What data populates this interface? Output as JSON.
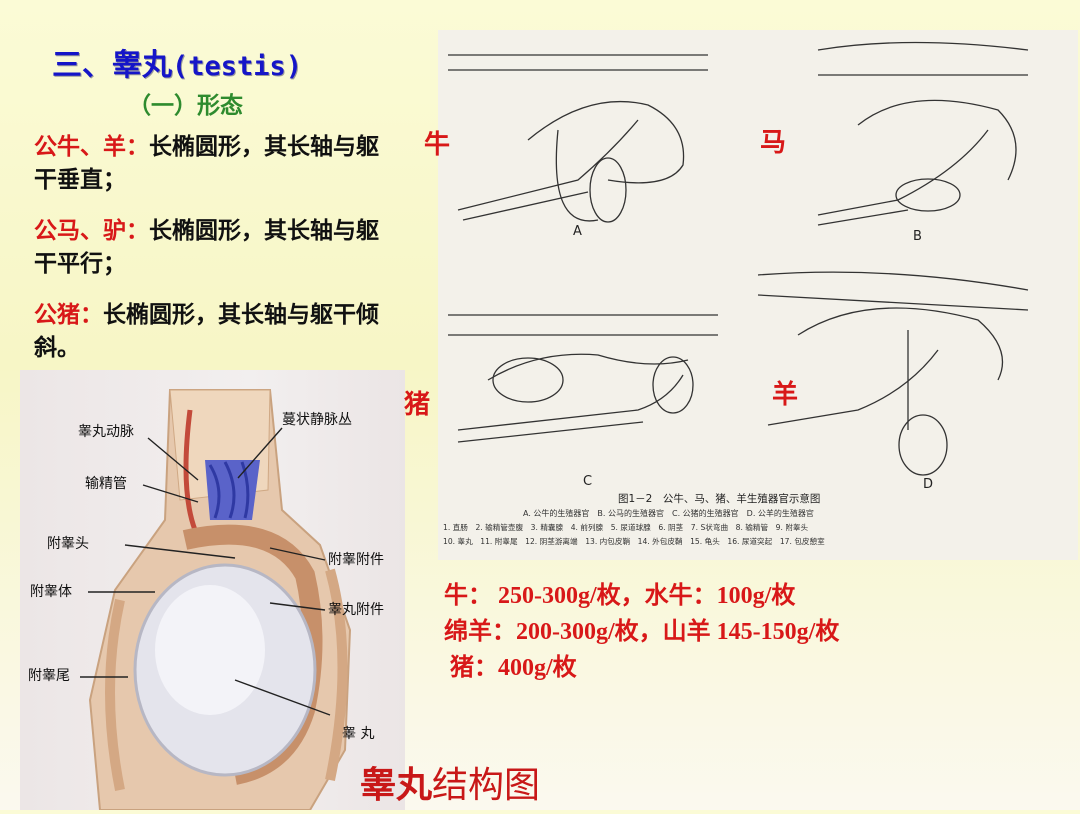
{
  "title": {
    "prefix": "三、睾丸",
    "latin": "(testis)"
  },
  "subtitle": "（一）形态",
  "paragraphs": [
    {
      "label": "公牛、羊：",
      "text": "长椭圆形，其长轴与躯干垂直；"
    },
    {
      "label": "公马、驴：",
      "text": "长椭圆形，其长轴与躯干平行；"
    },
    {
      "label": "公猪：",
      "text": "长椭圆形，其长轴与躯干倾斜。"
    }
  ],
  "dissection_labels": {
    "artery": "睾丸动脉",
    "vein": "蔓状静脉丛",
    "duct": "输精管",
    "head": "附睾头",
    "appendix_epididymis": "附睾附件",
    "body": "附睾体",
    "appendix_testis": "睾丸附件",
    "tail": "附睾尾",
    "testis": "睾 丸"
  },
  "animal_labels": {
    "cattle": "牛",
    "horse": "马",
    "pig": "猪",
    "sheep": "羊"
  },
  "figure": {
    "panel_letters": [
      "A",
      "B",
      "C",
      "D"
    ],
    "caption_title": "图1－2　公牛、马、猪、羊生殖器官示意图",
    "caption_sub": "A. 公牛的生殖器官　B. 公马的生殖器官　C. 公猪的生殖器官　D. 公羊的生殖器官",
    "legend_line1": "1. 直肠　2. 输精管壶腹　3. 精囊腺　4. 前列腺　5. 尿道球腺　6. 阴茎　7. S状弯曲　8. 输精管　9. 附睾头",
    "legend_line2": "10. 睾丸　11. 附睾尾　12. 阴茎游离端　13. 内包皮鞘　14. 外包皮鞘　15. 龟头　16. 尿道突起　17. 包皮憩室"
  },
  "weights": [
    "牛： 250-300g/枚，水牛：100g/枚",
    "绵羊：200-300g/枚，山羊  145-150g/枚",
    " 猪：400g/枚"
  ],
  "caption": {
    "bold": "睾丸",
    "rest": "结构图"
  }
}
